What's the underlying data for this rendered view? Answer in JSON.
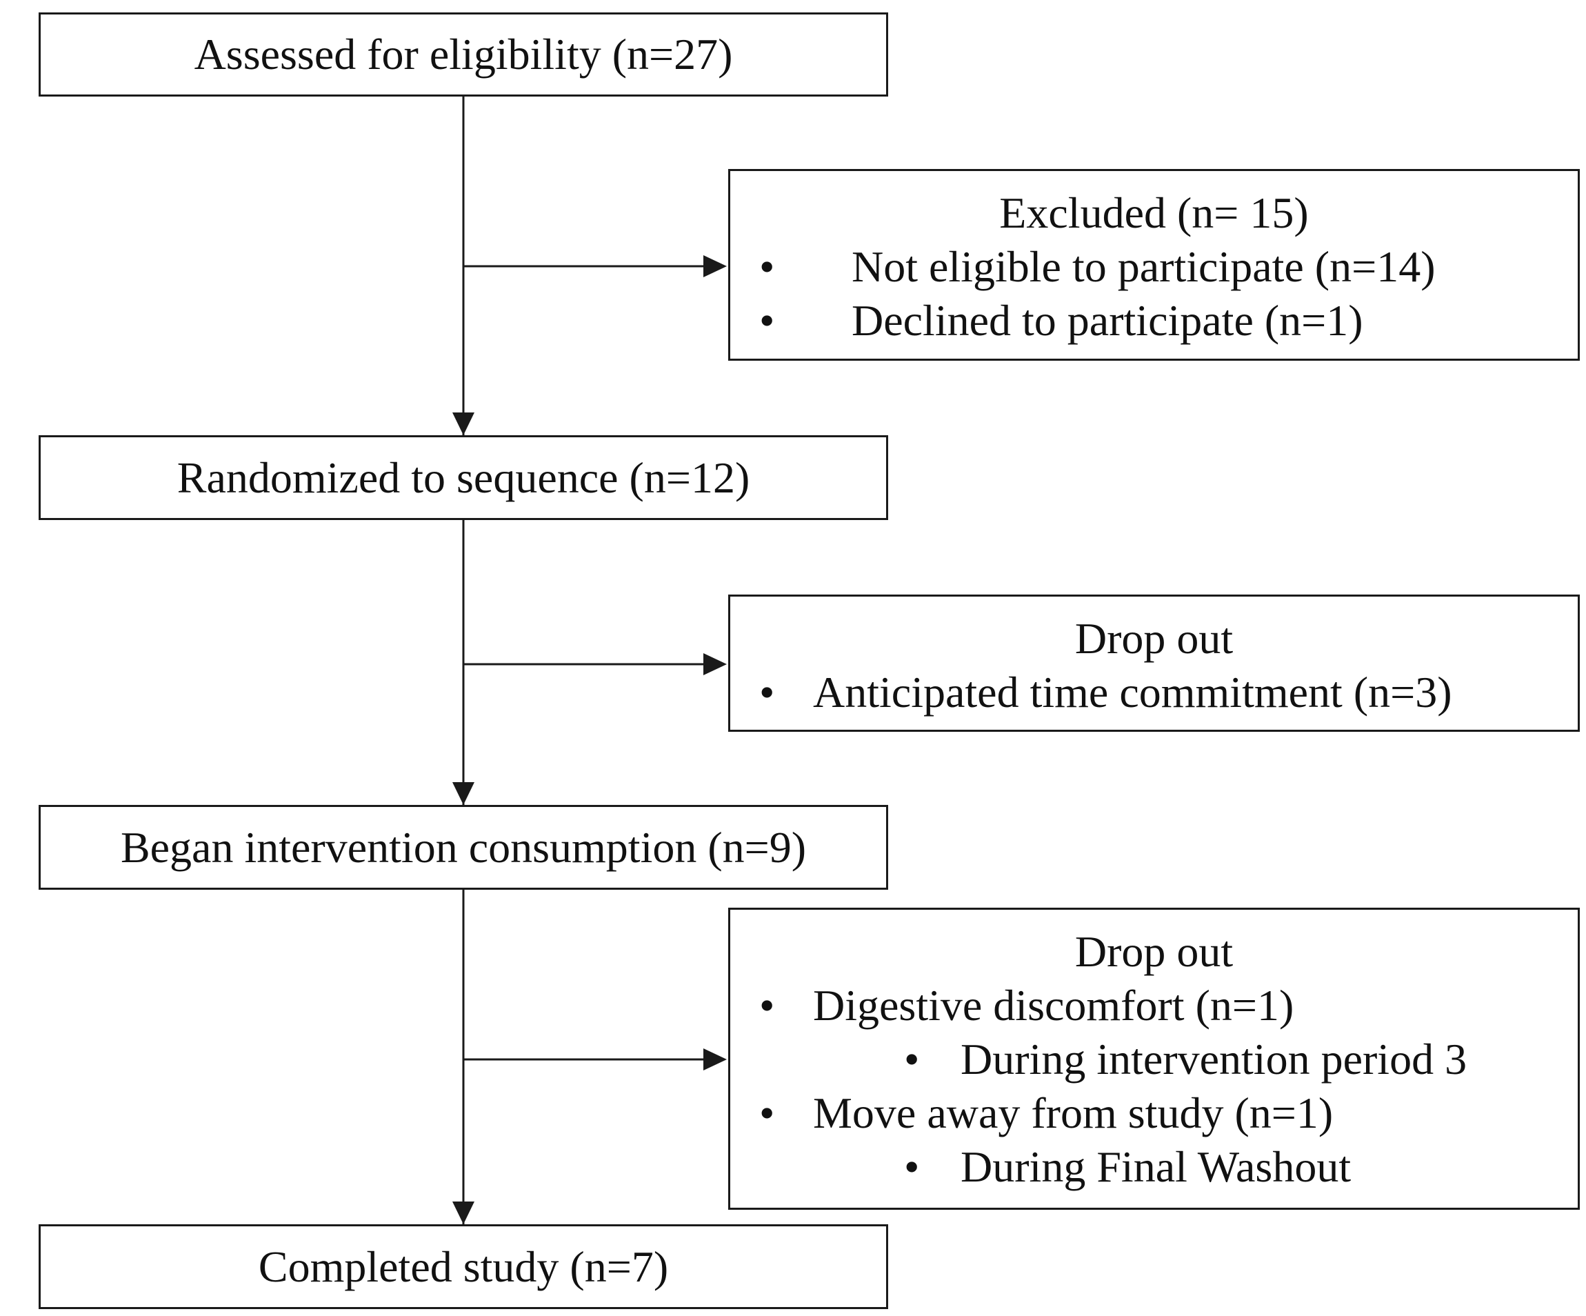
{
  "flowchart": {
    "steps": [
      {
        "label": "Assessed for eligibility  (n=27)"
      },
      {
        "label": "Randomized to sequence (n=12)"
      },
      {
        "label": "Began intervention consumption (n=9)"
      },
      {
        "label": "Completed study (n=7)"
      }
    ],
    "exclusions": [
      {
        "title": "Excluded (n= 15)",
        "items": [
          {
            "bullet": "•",
            "text": "Not eligible  to participate (n=14)"
          },
          {
            "bullet": "•",
            "text": "Declined to participate (n=1)"
          }
        ]
      },
      {
        "title": "Drop out",
        "items": [
          {
            "bullet": "•",
            "text": "Anticipated time commitment (n=3)"
          }
        ]
      },
      {
        "title": "Drop out",
        "items": [
          {
            "bullet": "•",
            "text": "Digestive discomfort (n=1)"
          },
          {
            "bullet": "•",
            "text": "During intervention period 3"
          },
          {
            "bullet": "•",
            "text": "Move away from study (n=1)"
          },
          {
            "bullet": "•",
            "text": "During Final Washout"
          }
        ]
      }
    ]
  },
  "colors": {
    "line": "#1a1a1a",
    "background": "#ffffff"
  }
}
